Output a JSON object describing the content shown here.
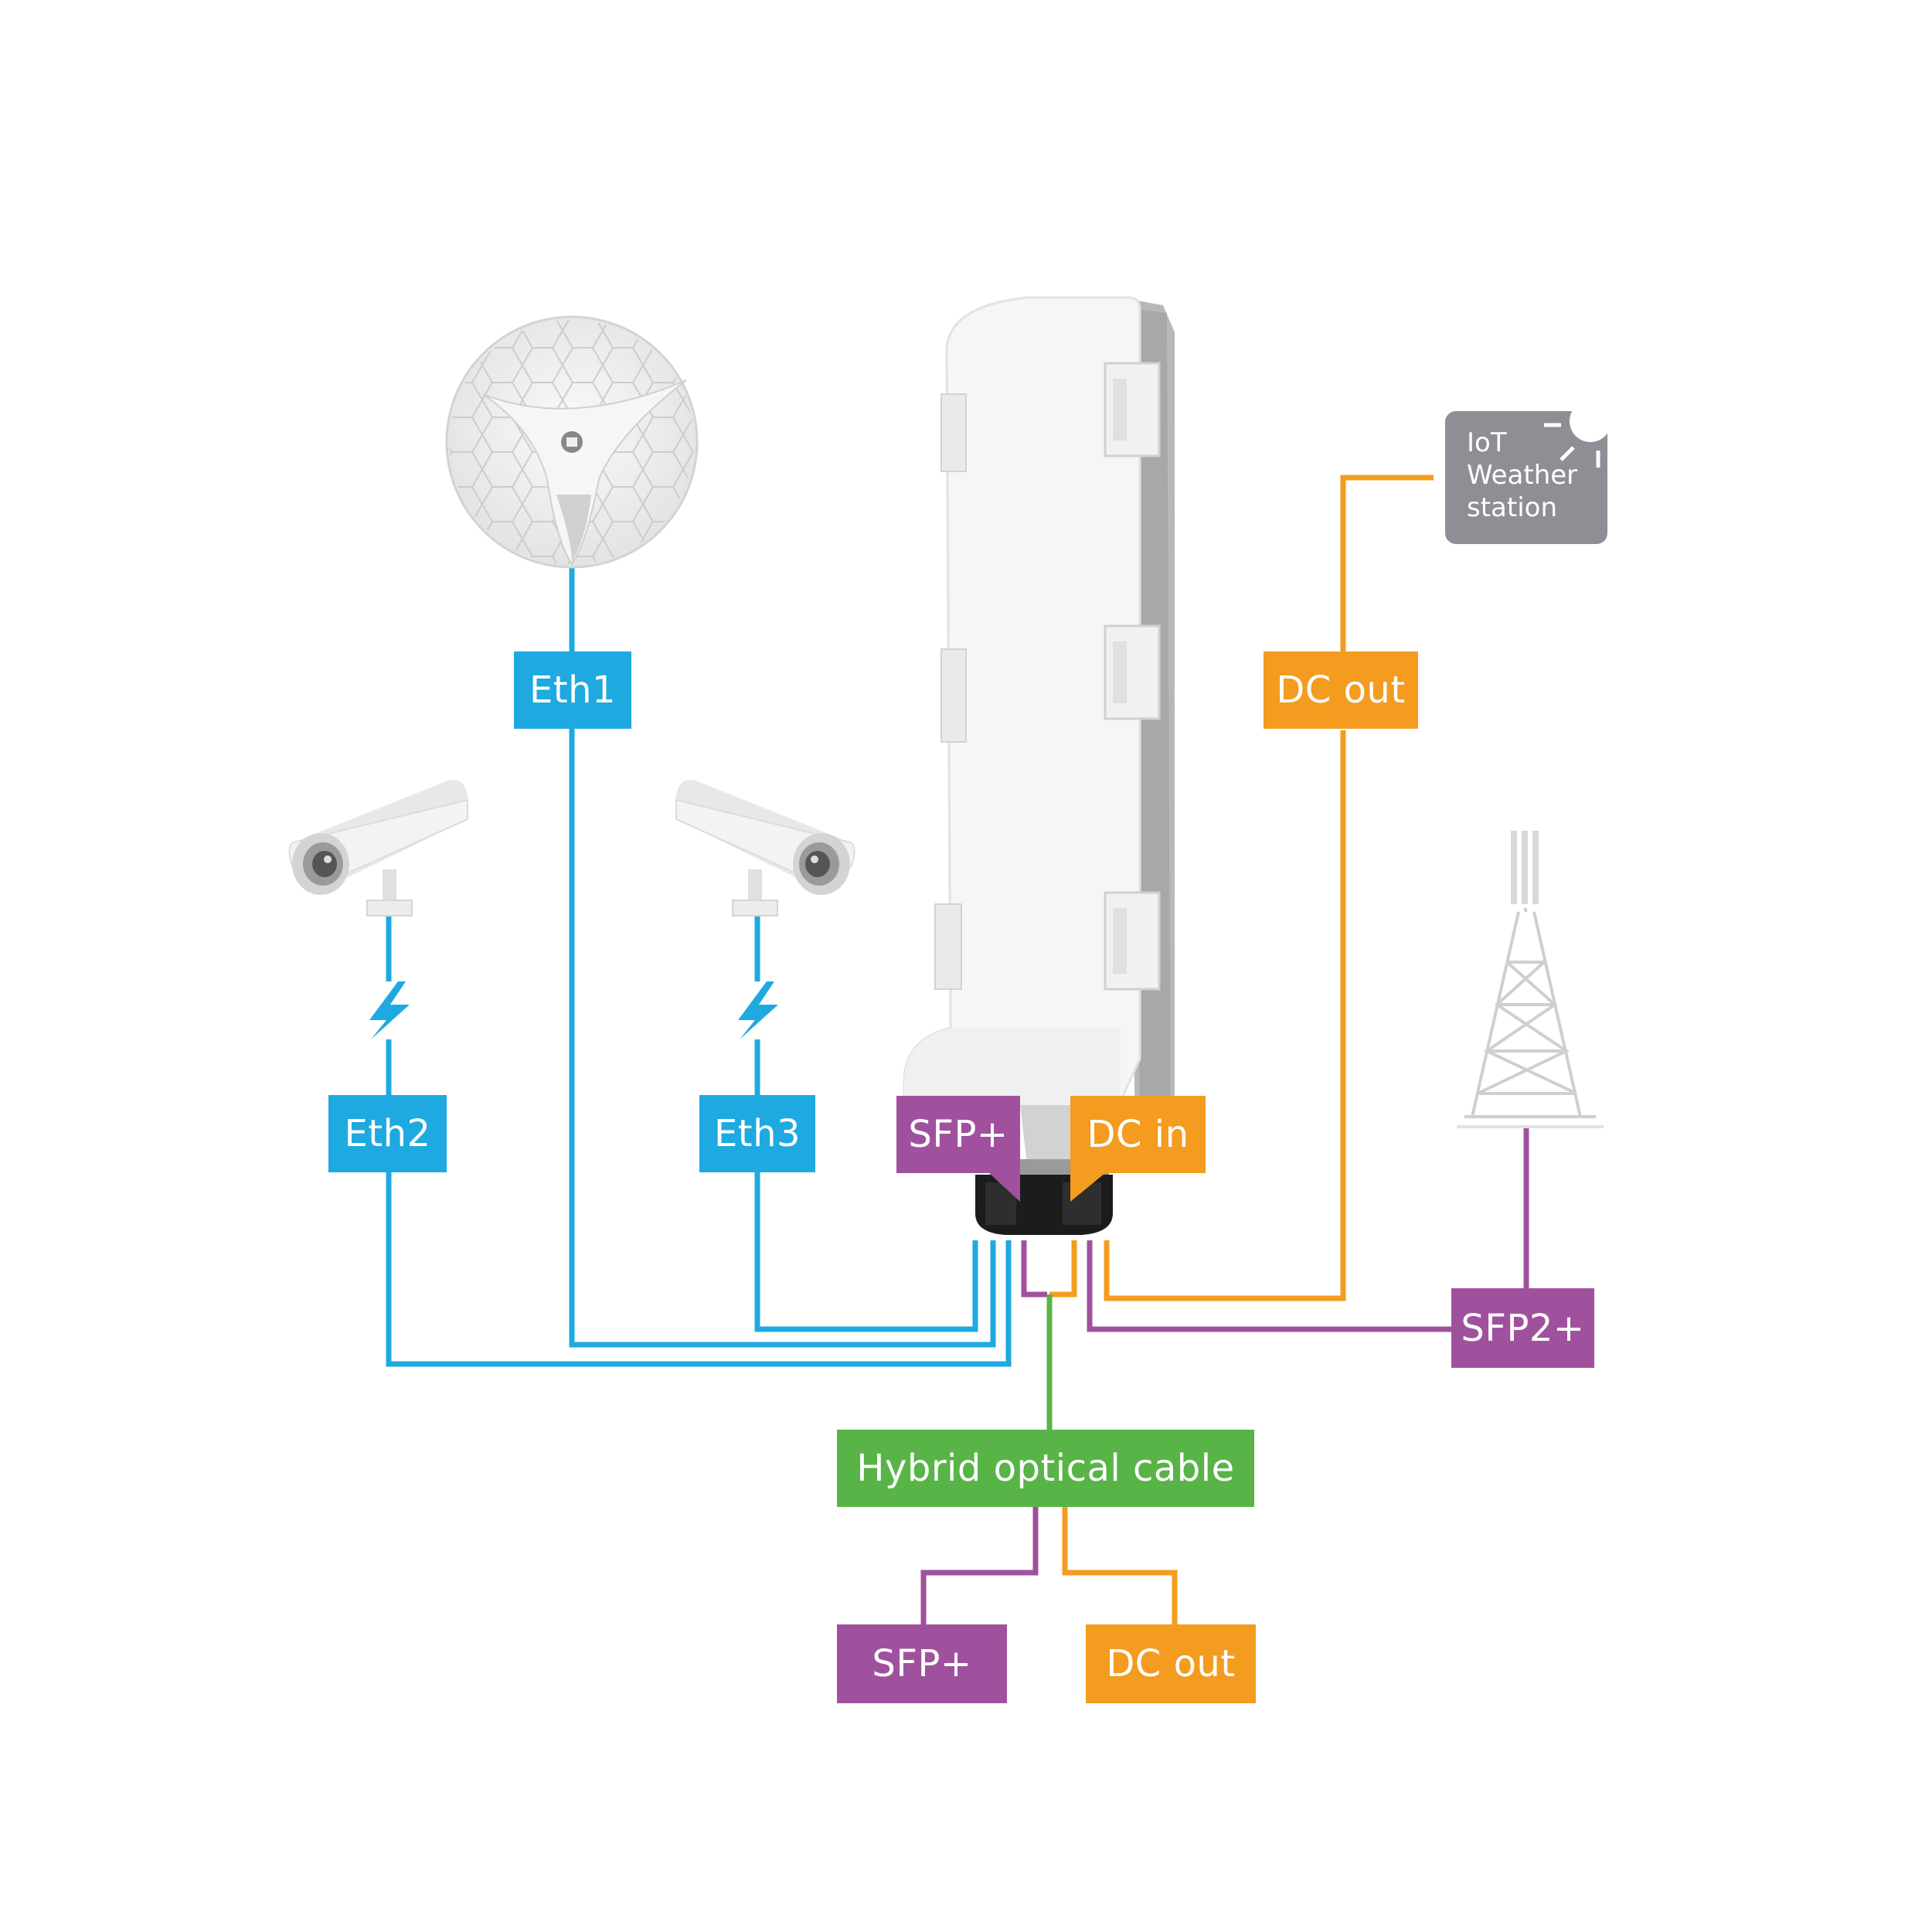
{
  "labels": {
    "eth1": "Eth1",
    "eth2": "Eth2",
    "eth3": "Eth3",
    "sfp_top": "SFP+",
    "dc_in": "DC in",
    "dc_out_top": "DC out",
    "sfp2": "SFP2+",
    "hybrid": "Hybrid optical cable",
    "sfp_bottom": "SFP+",
    "dc_out_bottom": "DC out"
  },
  "iot": {
    "line1": "IoT",
    "line2": "Weather",
    "line3": "station"
  },
  "colors": {
    "ethernet": "#1ea9e1",
    "sfp": "#a0519d",
    "power": "#f39c1f",
    "hybrid": "#58b446",
    "device_grey": "#8f8e95"
  }
}
